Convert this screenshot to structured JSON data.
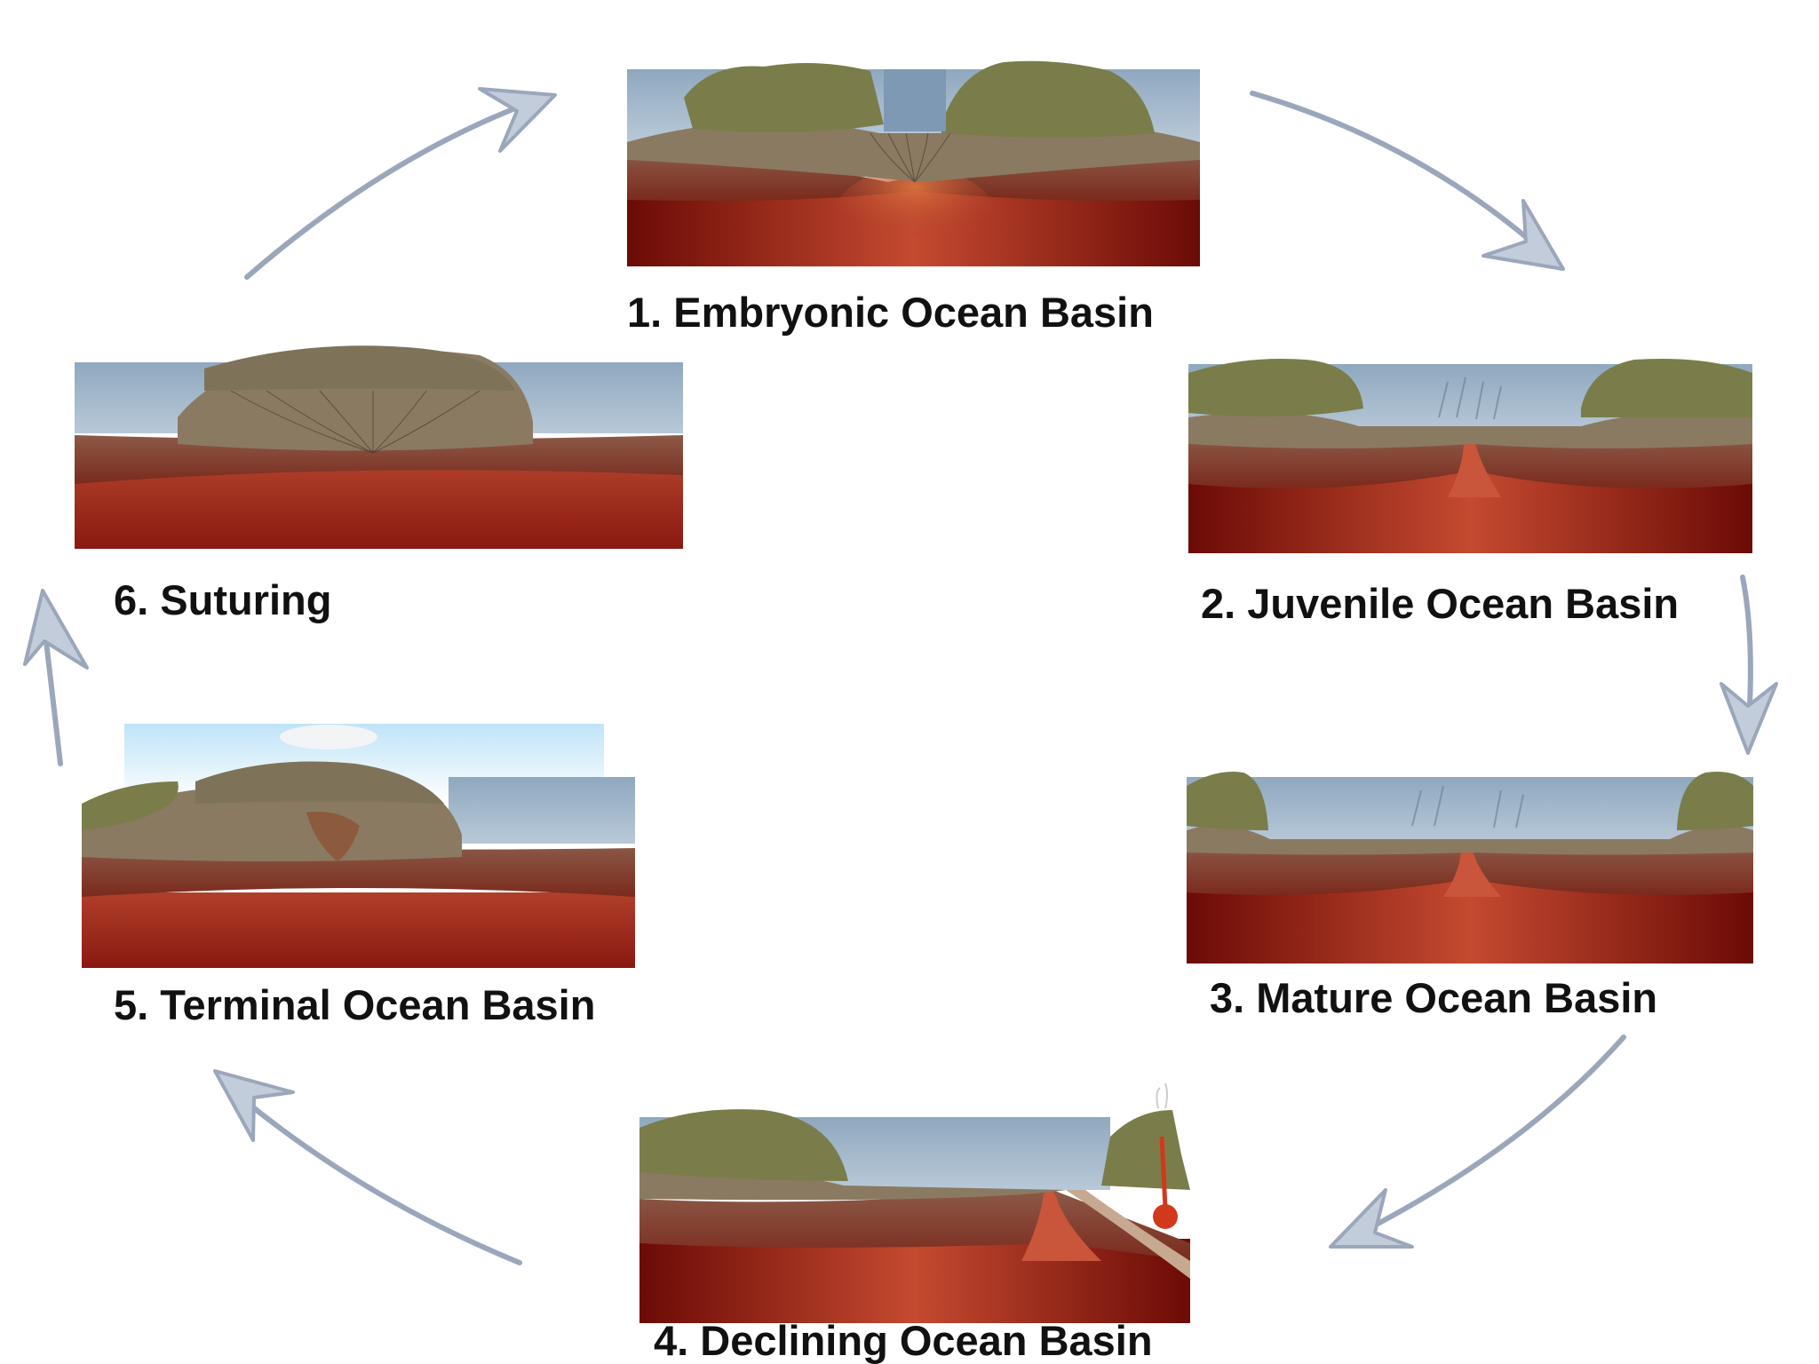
{
  "colors": {
    "arrow": "#9aa7bb",
    "arrow_fill": "#c3ccdb",
    "water": "#a9bdd0",
    "land": "#7b7a4c",
    "crust": "#8a7560",
    "mantle_dark": "#6b0b06",
    "mantle_light": "#c44a30",
    "text": "#111111"
  },
  "stages": [
    {
      "number": 1,
      "label": "1. Embryonic Ocean Basin"
    },
    {
      "number": 2,
      "label": "2. Juvenile Ocean Basin"
    },
    {
      "number": 3,
      "label": "3. Mature Ocean Basin"
    },
    {
      "number": 4,
      "label": "4. Declining Ocean Basin"
    },
    {
      "number": 5,
      "label": "5. Terminal Ocean Basin"
    },
    {
      "number": 6,
      "label": "6. Suturing"
    }
  ]
}
